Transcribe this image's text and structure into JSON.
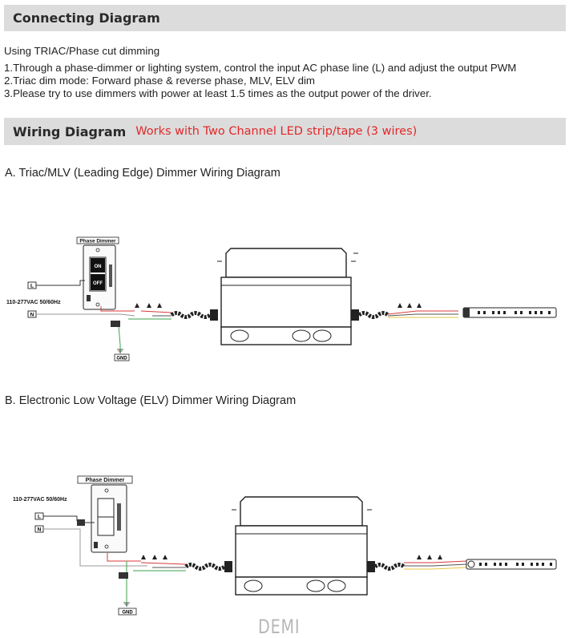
{
  "header1": "Connecting Diagram",
  "intro": "Using TRIAC/Phase cut dimming",
  "points": [
    "1.Through a phase-dimmer or lighting system, control the input AC phase line (L) and adjust the output PWM",
    "2.Triac dim mode: Forward phase & reverse phase, MLV, ELV dim",
    "3.Please try to use dimmers with power at least 1.5 times as the output power of the driver."
  ],
  "header2": {
    "title": "Wiring Diagram",
    "subtitle": "Works with Two Channel LED strip/tape (3 wires)"
  },
  "diagram_a": {
    "title": "A. Triac/MLV (Leading Edge) Dimmer Wiring Diagram",
    "dimmer_label": "Phase Dimmer",
    "on_label": "ON",
    "off_label": "OFF",
    "voltage_label": "110-277VAC 50/60Hz",
    "l_label": "L",
    "n_label": "N",
    "gnd_label": "GND"
  },
  "diagram_b": {
    "title": "B. Electronic Low Voltage (ELV) Dimmer Wiring Diagram",
    "dimmer_label": "Phase Dimmer",
    "voltage_label": "110-277VAC 50/60Hz",
    "l_label": "L",
    "n_label": "N",
    "gnd_label": "GND"
  },
  "watermark": "DEMI",
  "colors": {
    "header_bg": "#dcdcdc",
    "subtitle_red": "#e0282a",
    "wire_red": "#d83a3a",
    "wire_green": "#3aa34a",
    "wire_yellow": "#e8c640"
  }
}
